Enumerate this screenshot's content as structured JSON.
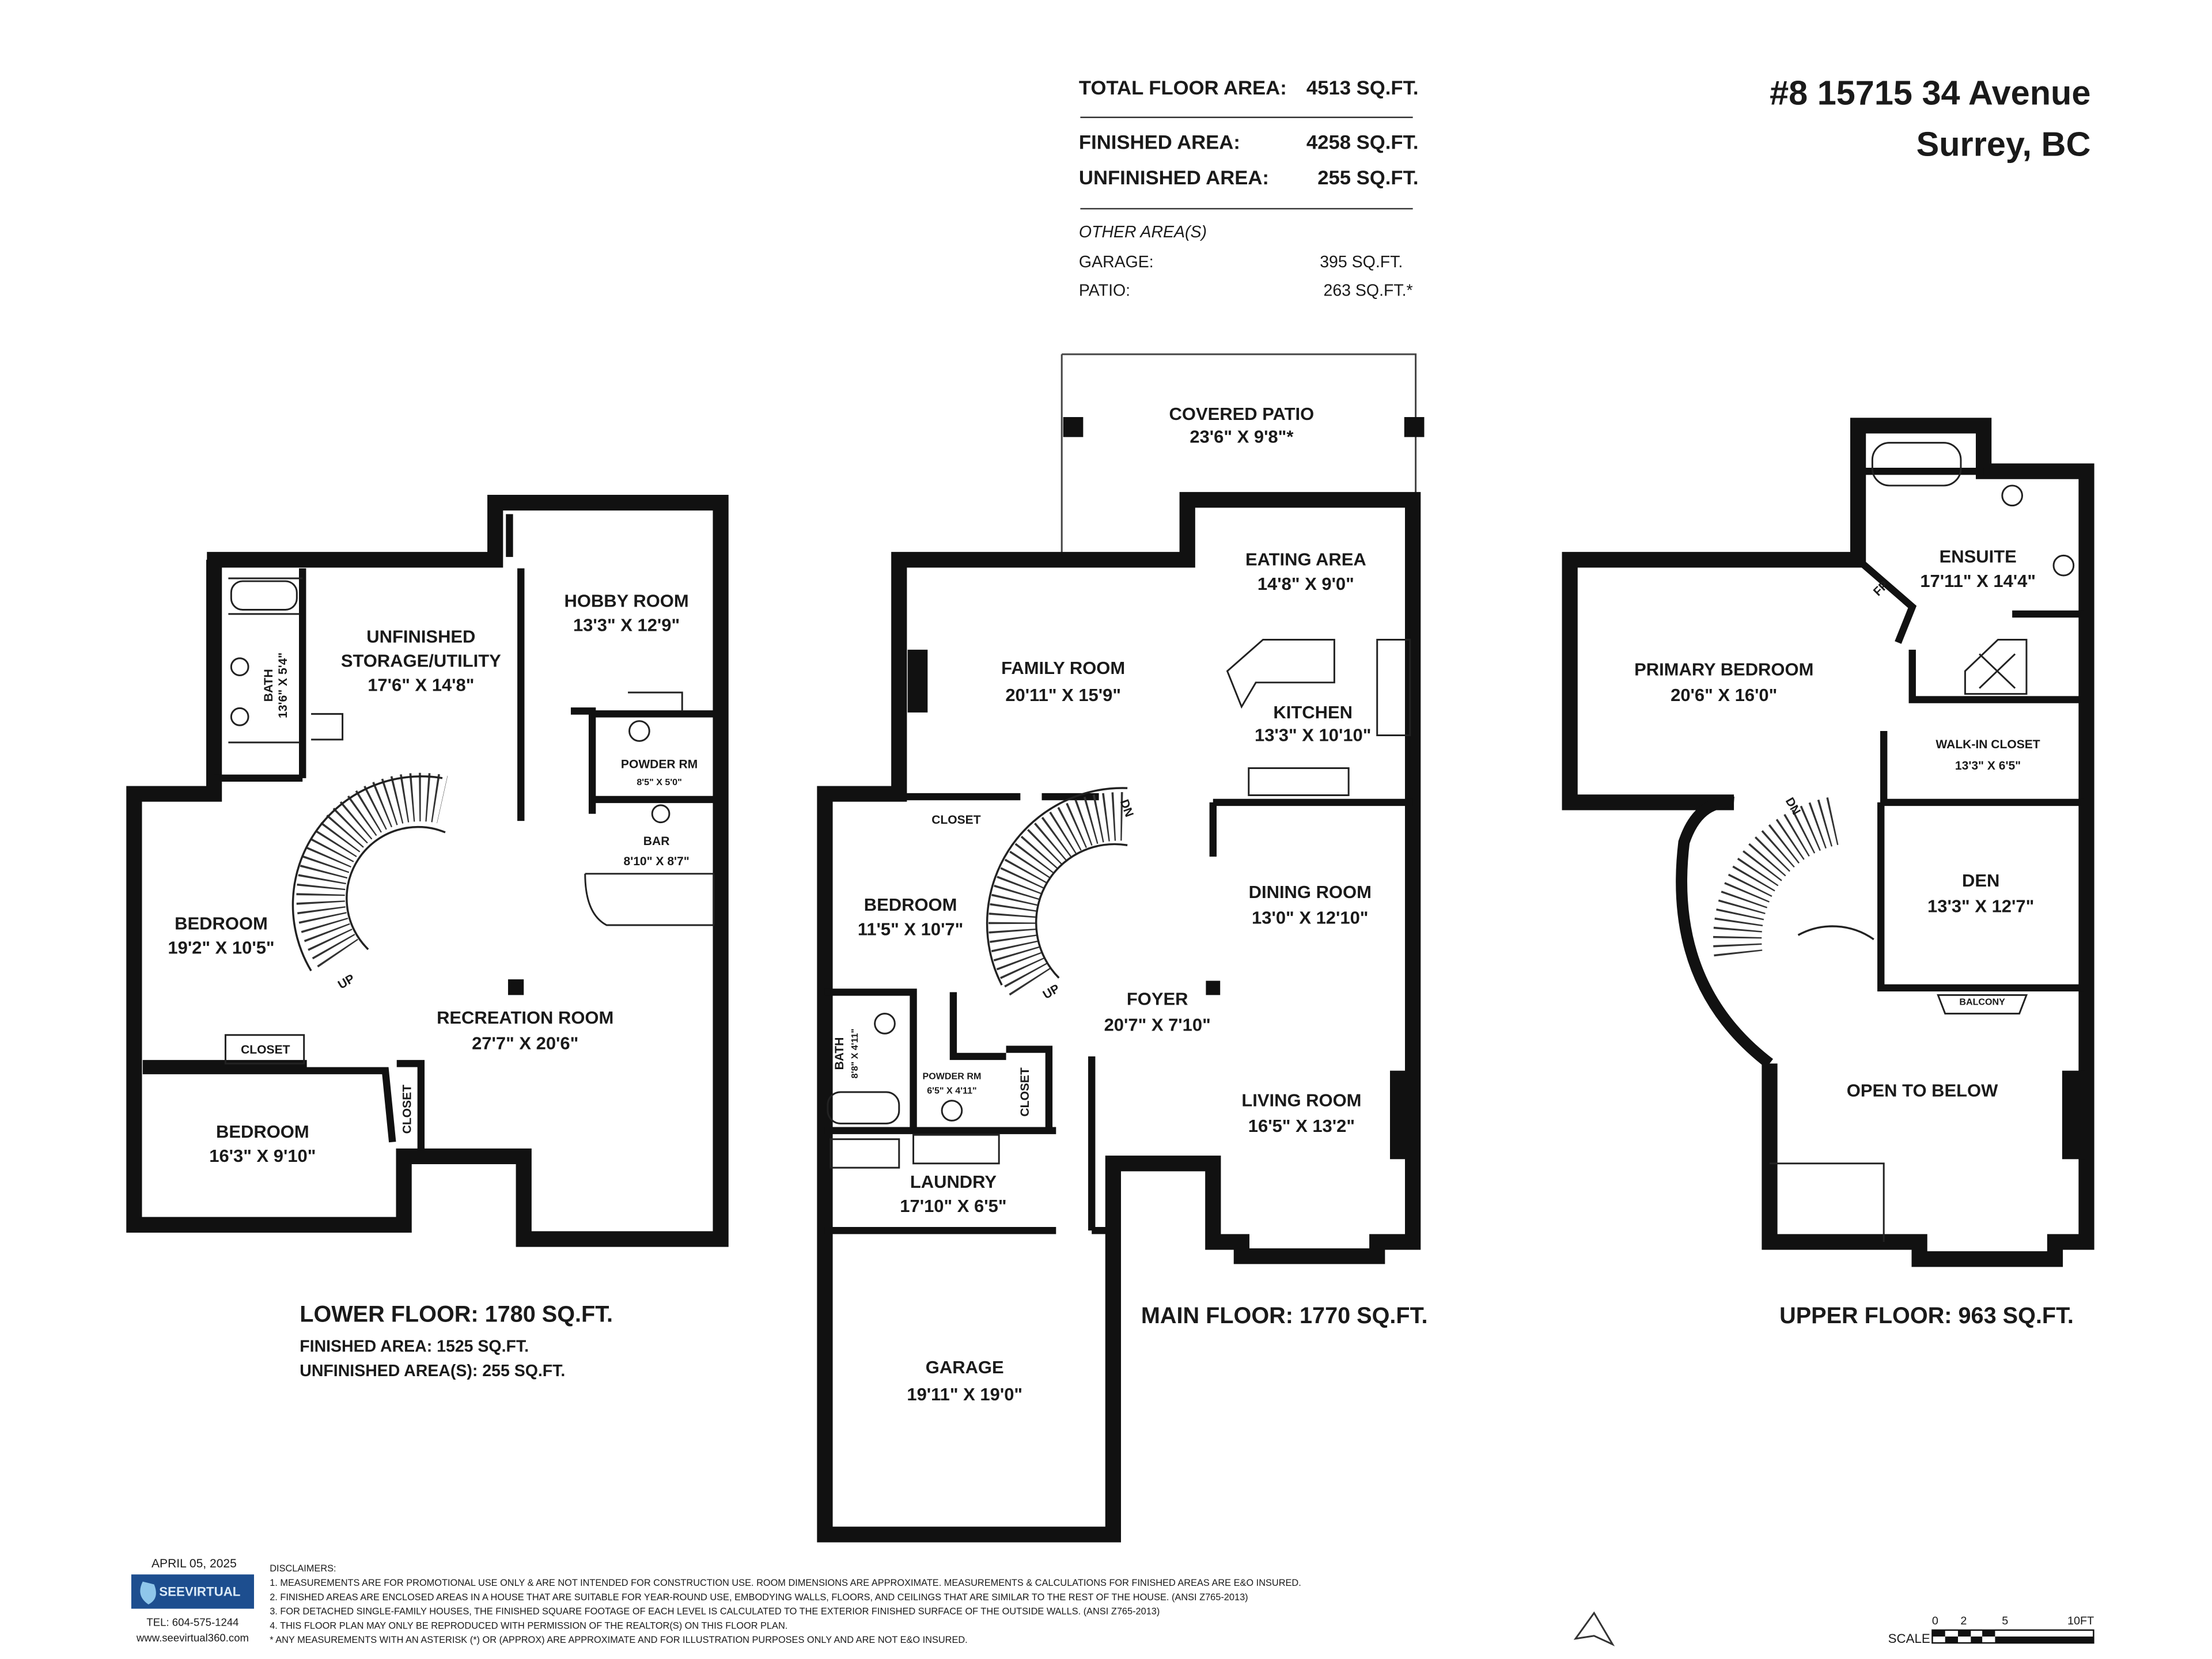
{
  "address": {
    "line1": "#8 15715 34 Avenue",
    "line2": "Surrey, BC"
  },
  "summary": {
    "total_label": "TOTAL FLOOR AREA:",
    "total_value": "4513 SQ.FT.",
    "finished_label": "FINISHED AREA:",
    "finished_value": "4258 SQ.FT.",
    "unfinished_label": "UNFINISHED AREA:",
    "unfinished_value": "255 SQ.FT.",
    "other_heading": "OTHER AREA(S)",
    "garage_label": "GARAGE:",
    "garage_value": "395 SQ.FT.",
    "patio_label": "PATIO:",
    "patio_value": "263 SQ.FT.*"
  },
  "lower": {
    "title": "LOWER FLOOR: 1780 SQ.FT.",
    "finished": "FINISHED AREA: 1525 SQ.FT.",
    "unfinished": "UNFINISHED AREA(S): 255 SQ.FT.",
    "rooms": [
      {
        "name": "UNFINISHED",
        "name2": "STORAGE/UTILITY",
        "dim": "17'6\" X 14'8\""
      },
      {
        "name": "HOBBY ROOM",
        "dim": "13'3\" X 12'9\""
      },
      {
        "name": "BATH",
        "dim": "13'6\" X 5'4\""
      },
      {
        "name": "POWDER RM",
        "dim": "8'5\" X 5'0\""
      },
      {
        "name": "BAR",
        "dim": "8'10\" X 8'7\""
      },
      {
        "name": "BEDROOM",
        "dim": "19'2\" X 10'5\""
      },
      {
        "name": "RECREATION ROOM",
        "dim": "27'7\" X 20'6\""
      },
      {
        "name": "CLOSET"
      },
      {
        "name": "BEDROOM",
        "dim": "16'3\" X 9'10\""
      },
      {
        "name": "CLOSET"
      }
    ],
    "stair_label": "UP"
  },
  "main": {
    "title": "MAIN FLOOR: 1770 SQ.FT.",
    "rooms": [
      {
        "name": "COVERED PATIO",
        "dim": "23'6\" X 9'8\"*"
      },
      {
        "name": "EATING AREA",
        "dim": "14'8\" X 9'0\""
      },
      {
        "name": "FAMILY ROOM",
        "dim": "20'11\" X 15'9\""
      },
      {
        "name": "KITCHEN",
        "dim": "13'3\" X 10'10\""
      },
      {
        "name": "CLOSET"
      },
      {
        "name": "BEDROOM",
        "dim": "11'5\" X 10'7\""
      },
      {
        "name": "DINING ROOM",
        "dim": "13'0\" X 12'10\""
      },
      {
        "name": "FOYER",
        "dim": "20'7\" X 7'10\""
      },
      {
        "name": "BATH",
        "dim": "8'8\" X 4'11\""
      },
      {
        "name": "POWDER RM",
        "dim": "6'5\" X 4'11\""
      },
      {
        "name": "CLOSET"
      },
      {
        "name": "LIVING ROOM",
        "dim": "16'5\" X 13'2\""
      },
      {
        "name": "LAUNDRY",
        "dim": "17'10\" X 6'5\""
      },
      {
        "name": "GARAGE",
        "dim": "19'11\" X 19'0\""
      }
    ],
    "stair_dn": "DN",
    "stair_up": "UP"
  },
  "upper": {
    "title": "UPPER FLOOR: 963 SQ.FT.",
    "rooms": [
      {
        "name": "ENSUITE",
        "dim": "17'11\" X 14'4\""
      },
      {
        "name": "PRIMARY BEDROOM",
        "dim": "20'6\" X 16'0\""
      },
      {
        "name": "WALK-IN CLOSET",
        "dim": "13'3\" X 6'5\""
      },
      {
        "name": "DEN",
        "dim": "13'3\" X 12'7\""
      },
      {
        "name": "BALCONY"
      },
      {
        "name": "OPEN TO BELOW"
      }
    ],
    "fireplace": "FP",
    "stair_dn": "DN"
  },
  "footer": {
    "date": "APRIL 05, 2025",
    "logo_text": "SEEVIRTUAL",
    "logo_color": "#1d4e8f",
    "tel": "TEL: 604-575-1244",
    "web": "www.seevirtual360.com",
    "disclaimer_heading": "DISCLAIMERS:",
    "disclaimers": [
      "1. MEASUREMENTS ARE FOR PROMOTIONAL USE ONLY & ARE NOT INTENDED FOR CONSTRUCTION USE. ROOM DIMENSIONS ARE APPROXIMATE. MEASUREMENTS & CALCULATIONS FOR FINISHED AREAS ARE E&O INSURED.",
      "2. FINISHED AREAS ARE ENCLOSED AREAS IN A HOUSE THAT ARE SUITABLE FOR YEAR-ROUND USE, EMBODYING WALLS, FLOORS, AND CEILINGS THAT ARE SIMILAR TO THE REST OF THE HOUSE. (ANSI Z765-2013)",
      "3. FOR DETACHED SINGLE-FAMILY HOUSES, THE FINISHED SQUARE FOOTAGE OF EACH LEVEL IS CALCULATED TO THE EXTERIOR FINISHED SURFACE OF THE OUTSIDE WALLS. (ANSI Z765-2013)",
      "4. THIS FLOOR PLAN MAY ONLY BE REPRODUCED WITH PERMISSION OF THE REALTOR(S) ON THIS FLOOR PLAN.",
      "* ANY MEASUREMENTS WITH AN ASTERISK (*) OR (APPROX) ARE APPROXIMATE AND FOR ILLUSTRATION PURPOSES ONLY AND ARE NOT E&O INSURED."
    ],
    "scale_label": "SCALE",
    "scale_ticks": [
      "0",
      "2",
      "5",
      "10FT"
    ]
  }
}
